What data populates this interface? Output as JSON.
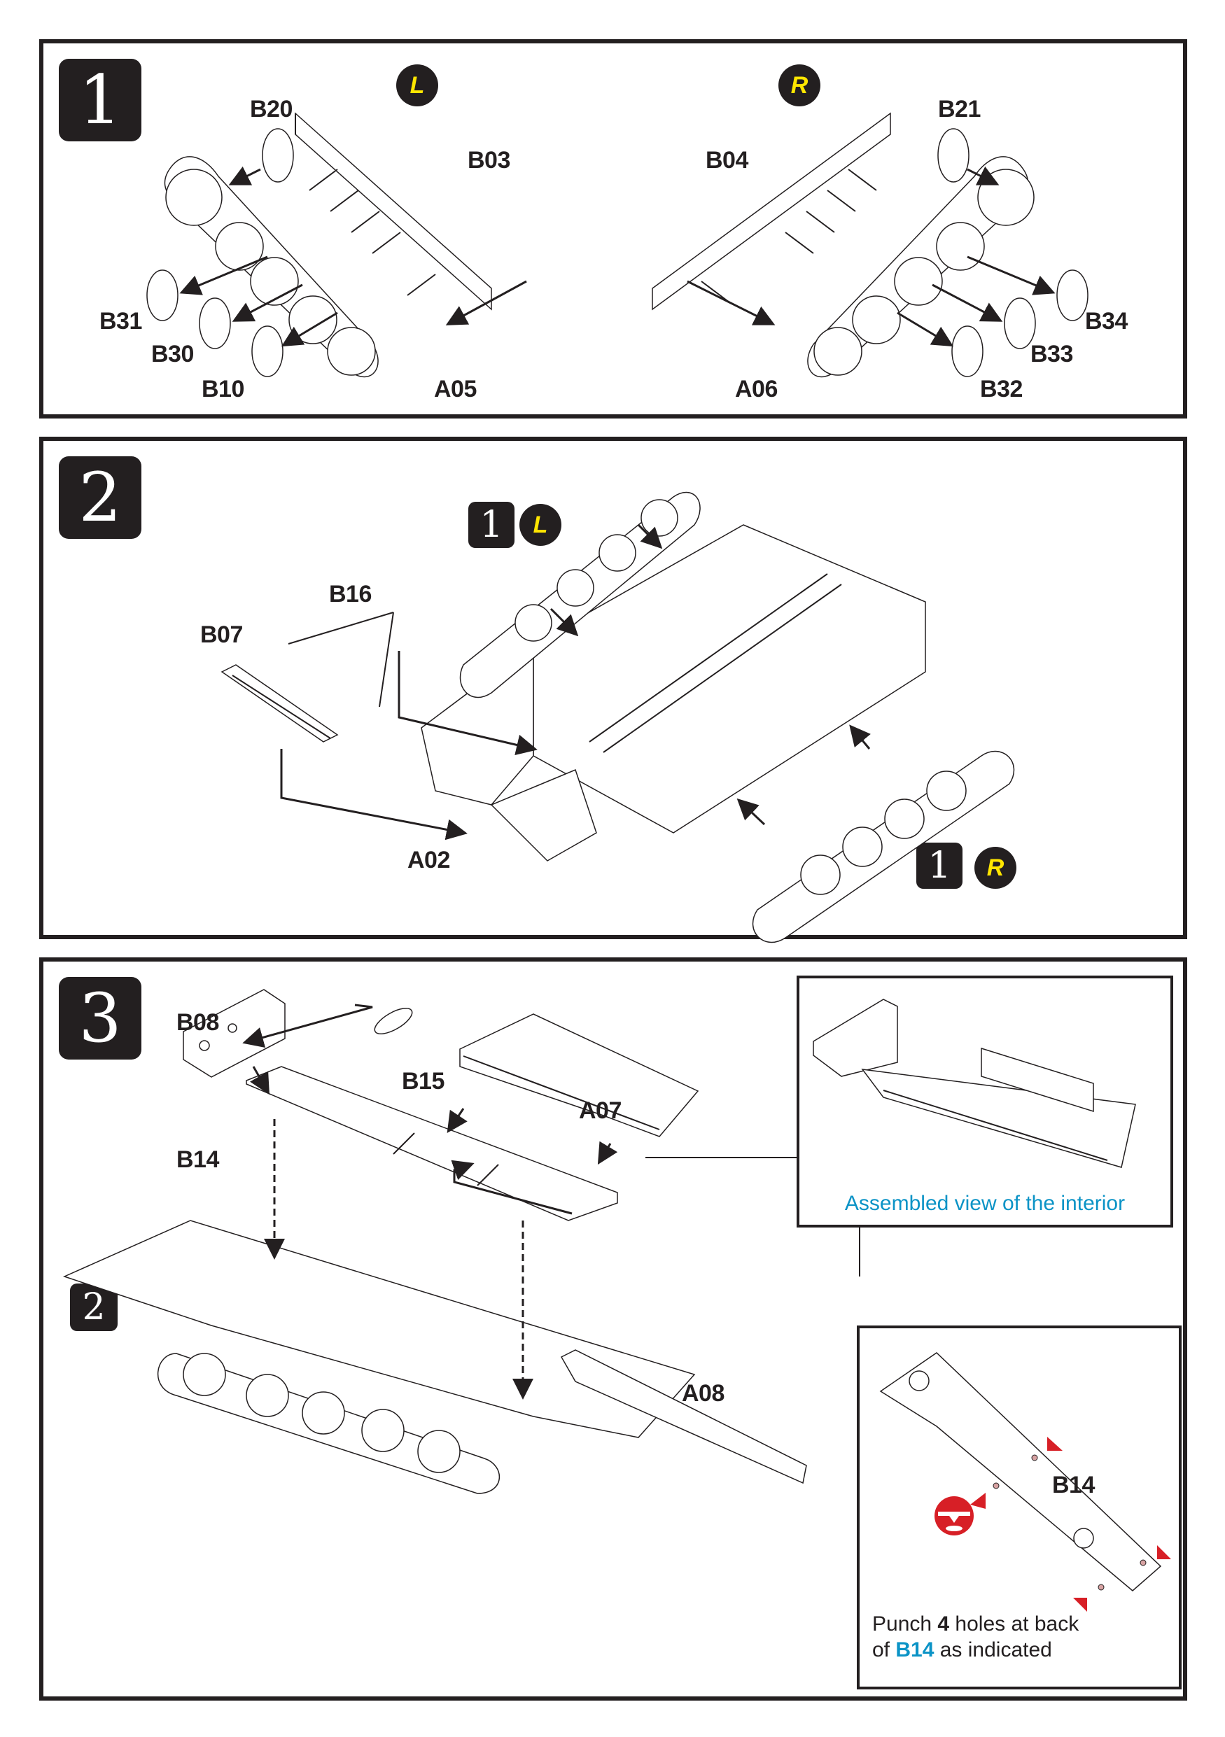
{
  "steps": [
    {
      "number": "1",
      "side_badges": [
        "L",
        "R"
      ],
      "labels": {
        "b20": "B20",
        "b03": "B03",
        "b31": "B31",
        "b30": "B30",
        "b10": "B10",
        "a05": "A05",
        "b21": "B21",
        "b04": "B04",
        "b34": "B34",
        "b33": "B33",
        "b32": "B32",
        "a06": "A06"
      }
    },
    {
      "number": "2",
      "ref_step": "1",
      "side_badges": [
        "L",
        "R"
      ],
      "labels": {
        "b16": "B16",
        "b07": "B07",
        "a02": "A02"
      }
    },
    {
      "number": "3",
      "ref_step": "2",
      "labels": {
        "b08": "B08",
        "b15": "B15",
        "a07": "A07",
        "b14": "B14",
        "a08": "A08"
      },
      "inset_interior": {
        "caption": "Assembled view of the interior"
      },
      "inset_punch": {
        "part_label": "B14",
        "note_prefix": "Punch ",
        "note_count": "4",
        "note_mid": " holes at back",
        "note_line2_prefix": "of ",
        "note_part": "B14",
        "note_suffix": " as indicated",
        "hole_markers": [
          "AM",
          "D",
          "D",
          "D",
          "AM",
          "D"
        ]
      }
    }
  ],
  "colors": {
    "ink": "#231f20",
    "badge_text": "#ffe600",
    "accent_blue": "#0b93c6",
    "punch_red": "#d71f26"
  }
}
